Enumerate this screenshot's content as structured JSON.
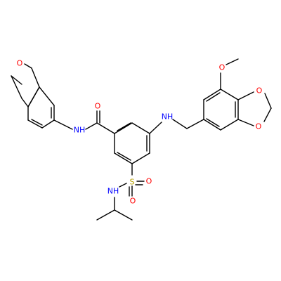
{
  "molecule": {
    "atom_labels": [
      {
        "id": "o_furan",
        "text": "O",
        "element": "O"
      },
      {
        "id": "nh_amide",
        "text": "NH",
        "element": "N"
      },
      {
        "id": "o_carbonyl",
        "text": "O",
        "element": "O"
      },
      {
        "id": "nh_amine",
        "text": "NH",
        "element": "N"
      },
      {
        "id": "o_methoxy",
        "text": "O",
        "element": "O"
      },
      {
        "id": "o_dioxole1",
        "text": "O",
        "element": "O"
      },
      {
        "id": "o_dioxole2",
        "text": "O",
        "element": "O"
      },
      {
        "id": "s_sulfonyl",
        "text": "S",
        "element": "S"
      },
      {
        "id": "o_sulf1",
        "text": "O",
        "element": "O"
      },
      {
        "id": "o_sulf2",
        "text": "O",
        "element": "O"
      },
      {
        "id": "nh_sulfon",
        "text": "NH",
        "element": "N"
      }
    ],
    "colors": {
      "bond": "#000000",
      "oxygen": "#ff0000",
      "nitrogen": "#0000ff",
      "sulfur": "#b8a000"
    }
  }
}
